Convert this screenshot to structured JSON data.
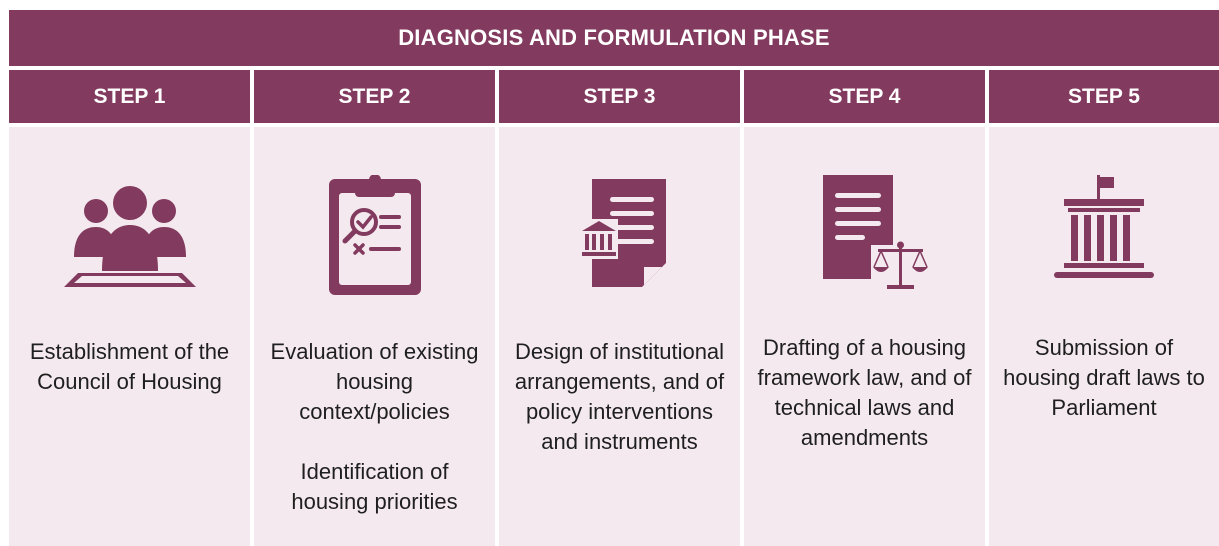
{
  "phase_title": "DIAGNOSIS AND FORMULATION PHASE",
  "colors": {
    "header": "#823a5e",
    "panel": "#f4e9ee",
    "icon": "#823a5e",
    "text": "#1f1f1f"
  },
  "steps": [
    {
      "label": "STEP 1",
      "icon": "council-people-icon",
      "paragraphs": [
        "Establishment of the Council of Housing"
      ]
    },
    {
      "label": "STEP 2",
      "icon": "clipboard-evaluation-icon",
      "paragraphs": [
        "Evaluation of existing housing context/policies",
        "Identification of housing priorities"
      ]
    },
    {
      "label": "STEP 3",
      "icon": "institution-document-icon",
      "paragraphs": [
        "Design of institutional arrangements, and of policy interventions and instruments"
      ]
    },
    {
      "label": "STEP 4",
      "icon": "law-document-scales-icon",
      "paragraphs": [
        "Drafting of a housing framework law, and of technical laws and amendments"
      ]
    },
    {
      "label": "STEP 5",
      "icon": "parliament-building-icon",
      "paragraphs": [
        "Submission of housing draft laws to Parliament"
      ]
    }
  ]
}
